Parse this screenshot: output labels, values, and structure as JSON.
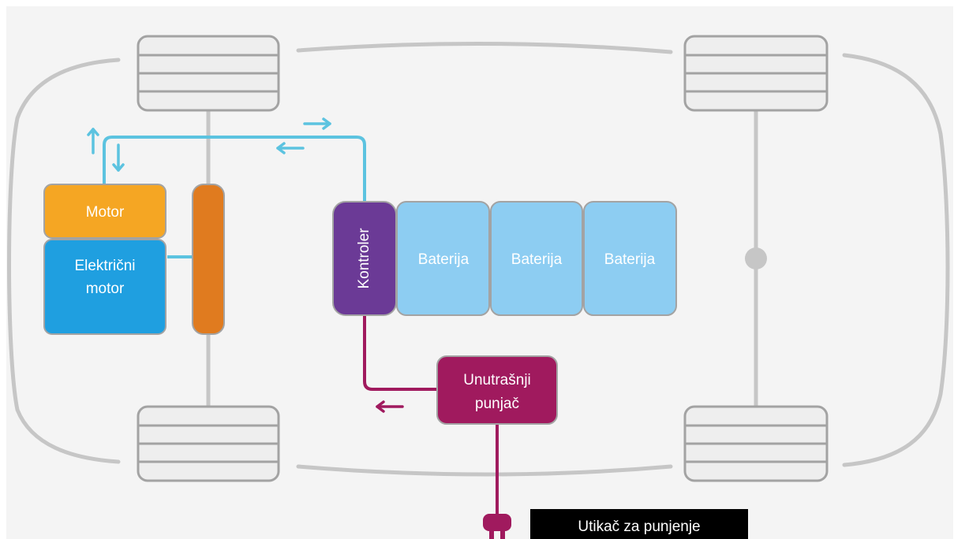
{
  "diagram": {
    "labels": {
      "motor": "Motor",
      "electric_motor_line1": "Električni",
      "electric_motor_line2": "motor",
      "controller": "Kontroler",
      "battery_1": "Baterija",
      "battery_2": "Baterija",
      "battery_3": "Baterija",
      "charger_line1": "Unutrašnji",
      "charger_line2": "punjač",
      "plug": "Utikač za punjenje"
    },
    "colors": {
      "background": "#f4f4f4",
      "body_outline": "#c6c6c6",
      "wheel_fill": "#eeeeee",
      "wheel_stroke": "#a3a3a3",
      "axle": "#c6c6c6",
      "motor": "#f5a623",
      "electric_motor": "#1f9fe0",
      "transmission": "#e07b1f",
      "controller": "#6b3a96",
      "battery": "#8dcdf2",
      "charger": "#a01a5e",
      "flow_line": "#5cc3e0",
      "charge_line": "#a01a5e",
      "plug_label_bg": "#000000"
    }
  }
}
